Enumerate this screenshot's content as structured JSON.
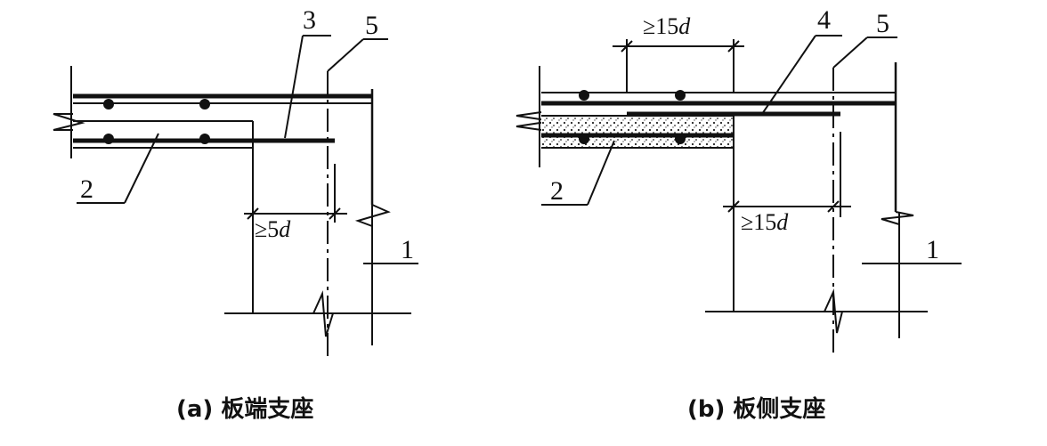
{
  "panels": [
    {
      "id": "a",
      "caption": "(a) 板端支座",
      "labels": {
        "col": "1",
        "slab": "2",
        "bar": "3",
        "axis": "5"
      },
      "dim_pre": "≥5",
      "dim_var": "d"
    },
    {
      "id": "b",
      "caption": "(b) 板侧支座",
      "labels": {
        "col": "1",
        "slab": "2",
        "bar": "4",
        "axis": "5"
      },
      "dim_top_pre": "≥15",
      "dim_top_var": "d",
      "dim_bot_pre": "≥15",
      "dim_bot_var": "d"
    }
  ]
}
